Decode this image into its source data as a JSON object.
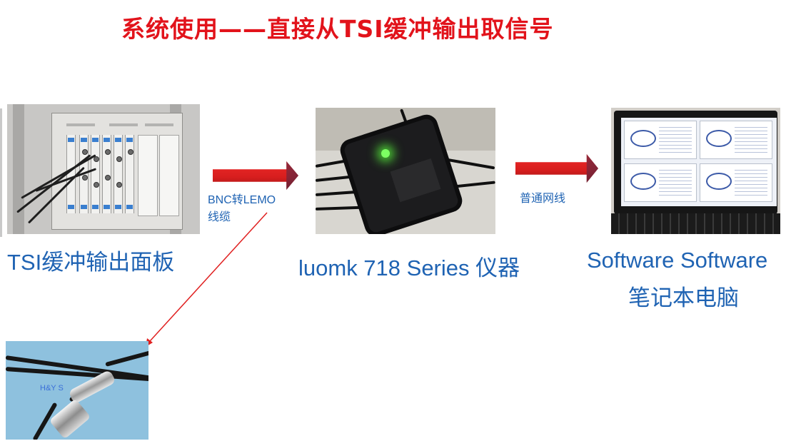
{
  "title": "系统使用——直接从TSI缓冲输出取信号",
  "stages": {
    "panel_caption": "TSI缓冲输出面板",
    "device_caption": "luomk 718 Series 仪器",
    "software_caption_line1": "Software Software",
    "software_caption_line2": "笔记本电脑"
  },
  "links": {
    "cable_label_line1": "BNC转LEMO",
    "cable_label_line2": "线缆",
    "network_label": "普通网线"
  },
  "photos": {
    "connector_watermark": "H&Y S"
  },
  "colors": {
    "title": "#e2131b",
    "caption": "#1f63b3",
    "arrow": "#d81e1e",
    "pointer_line": "#e02020"
  }
}
